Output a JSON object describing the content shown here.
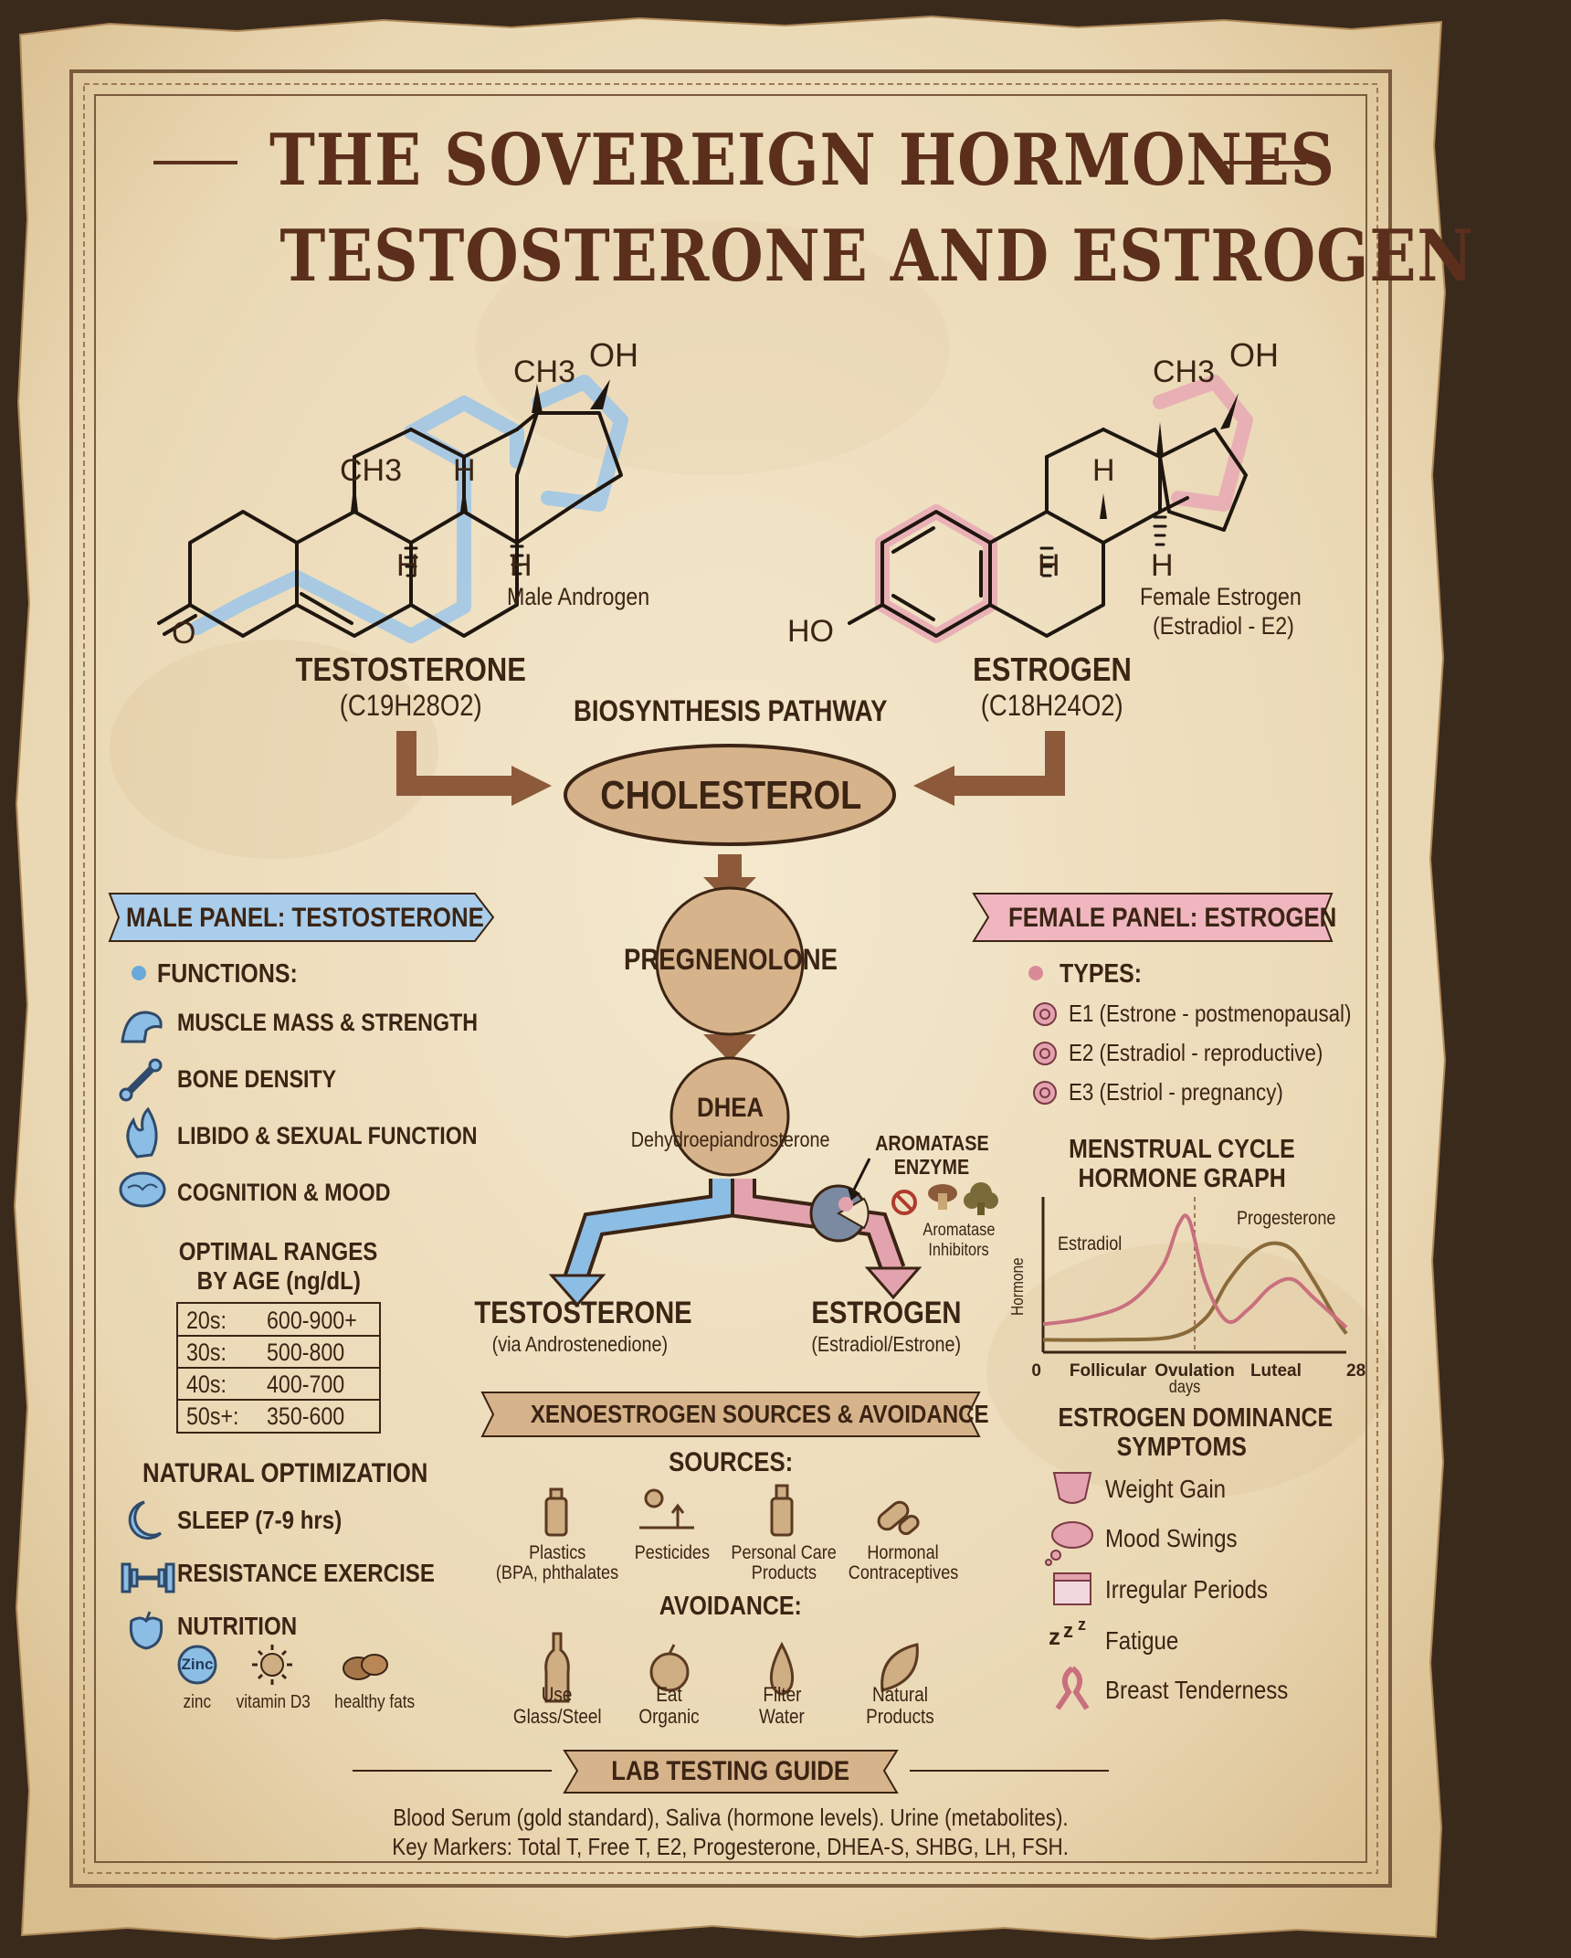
{
  "title": {
    "line1": "THE SOVEREIGN HORMONES",
    "line2": "TESTOSTERONE AND ESTROGEN"
  },
  "molecules": {
    "testosterone": {
      "name": "TESTOSTERONE",
      "formula": "(C19H28O2)",
      "caption": "Male Androgen",
      "atoms": {
        "ch3_top": "CH3",
        "oh": "OH",
        "ch3_mid": "CH3",
        "h_upper": "H",
        "h_left": "H",
        "h_right": "H",
        "o": "O"
      }
    },
    "estrogen": {
      "name": "ESTROGEN",
      "formula": "(C18H24O2)",
      "caption_line1": "Female Estrogen",
      "caption_line2": "(Estradiol - E2)",
      "atoms": {
        "ch3_top": "CH3",
        "oh": "OH",
        "h_upper": "H",
        "h_left": "H",
        "h_right": "H",
        "ho": "HO"
      }
    }
  },
  "pathway": {
    "heading": "BIOSYNTHESIS PATHWAY",
    "cholesterol": "CHOLESTEROL",
    "pregnenolone": "PREGNENOLONE",
    "dhea": "DHEA",
    "dhea_full": "Dehydroepiandrosterone",
    "aromatase_line1": "AROMATASE",
    "aromatase_line2": "ENZYME",
    "inhibitors_line1": "Aromatase",
    "inhibitors_line2": "Inhibitors",
    "testosterone": "TESTOSTERONE",
    "testosterone_sub": "(via Androstenedione)",
    "estrogen": "ESTROGEN",
    "estrogen_sub": "(Estradiol/Estrone)"
  },
  "male_panel": {
    "banner": "MALE PANEL: TESTOSTERONE",
    "functions_heading": "FUNCTIONS:",
    "functions": [
      {
        "icon": "flexed-arm-icon",
        "label": "MUSCLE MASS & STRENGTH"
      },
      {
        "icon": "bone-icon",
        "label": "BONE DENSITY"
      },
      {
        "icon": "flame-icon",
        "label": "LIBIDO & SEXUAL FUNCTION"
      },
      {
        "icon": "brain-icon",
        "label": "COGNITION & MOOD"
      }
    ],
    "ranges_heading_line1": "OPTIMAL RANGES",
    "ranges_heading_line2": "BY AGE (ng/dL)",
    "ranges": [
      {
        "age": "20s:",
        "value": "600-900+"
      },
      {
        "age": "30s:",
        "value": "500-800"
      },
      {
        "age": "40s:",
        "value": "400-700"
      },
      {
        "age": "50s+:",
        "value": "350-600"
      }
    ],
    "optimization_heading": "NATURAL OPTIMIZATION",
    "optimization": [
      {
        "icon": "moon-icon",
        "label": "SLEEP (7-9 hrs)"
      },
      {
        "icon": "dumbbell-icon",
        "label": "RESISTANCE EXERCISE"
      },
      {
        "icon": "apple-icon",
        "label": "NUTRITION"
      }
    ],
    "nutrients": [
      {
        "icon": "zinc-icon",
        "badge": "Zinc",
        "label": "zinc"
      },
      {
        "icon": "sun-icon",
        "label": "vitamin D3"
      },
      {
        "icon": "nuts-icon",
        "label": "healthy fats"
      }
    ],
    "colors": {
      "accent": "#6aa8d8",
      "banner_bg": "#a9cdea"
    }
  },
  "female_panel": {
    "banner": "FEMALE PANEL: ESTROGEN",
    "types_heading": "TYPES:",
    "types": [
      "E1 (Estrone - postmenopausal)",
      "E2 (Estradiol - reproductive)",
      "E3 (Estriol - pregnancy)"
    ],
    "graph_heading_line1": "MENSTRUAL CYCLE",
    "graph_heading_line2": "HORMONE GRAPH",
    "symptoms_heading_line1": "ESTROGEN DOMINANCE",
    "symptoms_heading_line2": "SYMPTOMS",
    "symptoms": [
      {
        "icon": "body-icon",
        "label": "Weight Gain"
      },
      {
        "icon": "thought-cloud-icon",
        "label": "Mood Swings"
      },
      {
        "icon": "calendar-icon",
        "label": "Irregular Periods"
      },
      {
        "icon": "zzz-icon",
        "label": "Fatigue"
      },
      {
        "icon": "ribbon-icon",
        "label": "Breast Tenderness"
      }
    ],
    "colors": {
      "accent": "#d88a98",
      "banner_bg": "#f0b6c0"
    }
  },
  "chart_data": {
    "type": "line",
    "ylabel": "Hormone",
    "x_ticks": [
      "0",
      "Follicular",
      "Ovulation",
      "Luteal",
      "28"
    ],
    "x_unit": "days",
    "xlim": [
      0,
      28
    ],
    "ovulation_day": 14,
    "series": [
      {
        "name": "Estradiol",
        "color": "#c9707e",
        "x": [
          0,
          4,
          8,
          11,
          12.5,
          13.5,
          15,
          17,
          19,
          21,
          23,
          25,
          28
        ],
        "y": [
          0.18,
          0.22,
          0.32,
          0.55,
          0.82,
          0.85,
          0.45,
          0.2,
          0.28,
          0.42,
          0.47,
          0.35,
          0.16
        ]
      },
      {
        "name": "Progesterone",
        "color": "#8a6a3a",
        "x": [
          0,
          6,
          12,
          15,
          17,
          19,
          21,
          23,
          25,
          27,
          28
        ],
        "y": [
          0.08,
          0.08,
          0.1,
          0.22,
          0.45,
          0.62,
          0.7,
          0.66,
          0.46,
          0.22,
          0.12
        ]
      }
    ],
    "grid": false,
    "legend": "inline labels"
  },
  "xeno": {
    "banner": "XENOESTROGEN SOURCES & AVOIDANCE",
    "sources_heading": "SOURCES:",
    "sources": [
      {
        "icon": "bottle-icon",
        "line1": "Plastics",
        "line2": "(BPA, phthalates"
      },
      {
        "icon": "pesticide-icon",
        "line1": "Pesticides",
        "line2": ""
      },
      {
        "icon": "lotion-icon",
        "line1": "Personal Care",
        "line2": "Products"
      },
      {
        "icon": "pill-icon",
        "line1": "Hormonal",
        "line2": "Contraceptives"
      }
    ],
    "avoidance_heading": "AVOIDANCE:",
    "avoidance": [
      {
        "icon": "glass-bottle-icon",
        "line1": "Use",
        "line2": "Glass/Steel"
      },
      {
        "icon": "organic-apple-icon",
        "line1": "Eat",
        "line2": "Organic"
      },
      {
        "icon": "water-drop-icon",
        "line1": "Filter",
        "line2": "Water"
      },
      {
        "icon": "leaf-icon",
        "line1": "Natural",
        "line2": "Products"
      }
    ]
  },
  "lab": {
    "banner": "LAB TESTING GUIDE",
    "line1": "Blood Serum (gold standard), Saliva (hormone levels). Urine (metabolites).",
    "line2": "Key Markers: Total T, Free T, E2, Progesterone, DHEA-S, SHBG, LH, FSH."
  },
  "colors": {
    "paper": "#efe0c2",
    "ink": "#3b2414",
    "brown": "#8c5a3a",
    "tan": "#cfae84",
    "blue": "#6aa8d8",
    "pink": "#d88a98"
  }
}
